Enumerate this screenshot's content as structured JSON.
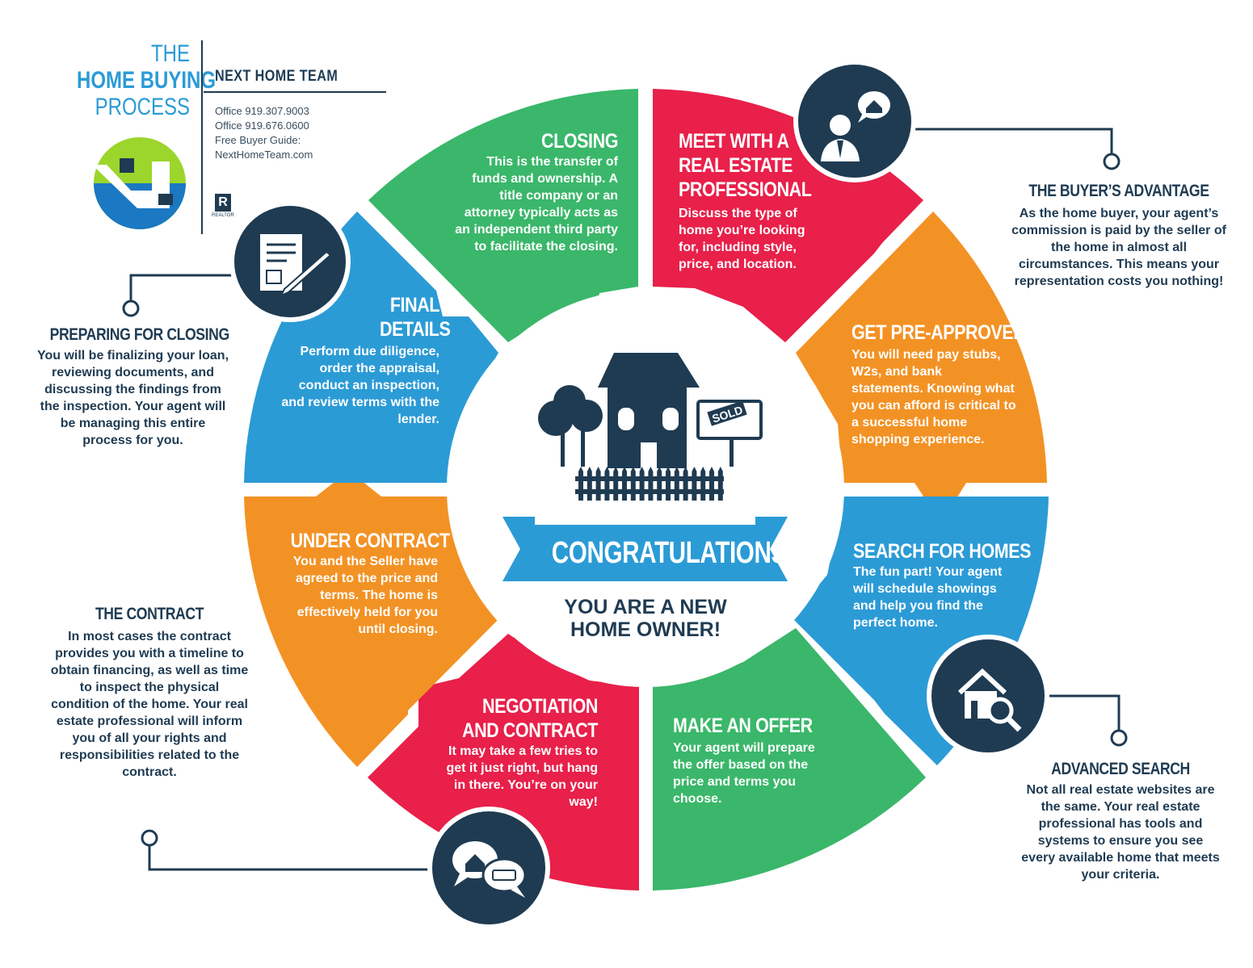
{
  "brand": {
    "title_line1": "THE",
    "title_line2": "HOME BUYING",
    "title_line3": "PROCESS",
    "team_name": "NEXT HOME  TEAM",
    "contact": [
      "Office 919.307.9003",
      "Office 919.676.0600",
      "Free Buyer Guide:",
      "NextHomeTeam.com"
    ],
    "realtor_mark": "R",
    "realtor_word": "REALTOR"
  },
  "colors": {
    "green": "#3ab76a",
    "red": "#e8204a",
    "orange": "#f39224",
    "blue": "#2b9bd6",
    "navy": "#1f3b52"
  },
  "steps": [
    {
      "id": "closing",
      "title": "CLOSING",
      "text": "This is the transfer of funds and ownership. A title company or an attorney typically acts as an independent third party to facilitate the closing."
    },
    {
      "id": "meet",
      "title": "MEET WITH A REAL ESTATE PROFESSIONAL",
      "text": "Discuss the type of home you’re looking for, including style, price, and location."
    },
    {
      "id": "preapproved",
      "title": "GET PRE-APPROVED",
      "text": "You will need pay stubs, W2s, and bank statements. Knowing what you can afford is critical to a successful home shopping experience."
    },
    {
      "id": "search",
      "title": "SEARCH FOR HOMES",
      "text": "The fun part! Your agent will schedule showings and help you find the perfect home."
    },
    {
      "id": "offer",
      "title": "MAKE AN OFFER",
      "text": "Your agent will prepare the offer based on the price and terms you choose."
    },
    {
      "id": "negotiation",
      "title": "NEGOTIATION AND CONTRACT",
      "text": "It may take a few tries to get it just right, but hang in there. You’re on your way!"
    },
    {
      "id": "under",
      "title": "UNDER CONTRACT",
      "text": "You and the Seller have agreed to the price and terms. The home is effectively held for you until closing."
    },
    {
      "id": "final",
      "title": "FINAL DETAILS",
      "text": "Perform due diligence, order the appraisal, conduct an inspection, and review terms with the lender."
    }
  ],
  "center": {
    "banner": "CONGRATULATIONS!",
    "subtitle_line1": "YOU ARE A NEW",
    "subtitle_line2": "HOME OWNER!",
    "sign_text": "SOLD"
  },
  "side_notes": [
    {
      "id": "advantage",
      "title": "THE BUYER’S ADVANTAGE",
      "text": "As the home buyer, your agent’s commission is paid by the seller of the home in almost all circumstances. This means your representation costs you nothing!",
      "icon": "agent-icon"
    },
    {
      "id": "advanced",
      "title": "ADVANCED SEARCH",
      "text": "Not all real estate websites are the same. Your real estate professional has tools and systems to ensure you see every available home that meets your criteria.",
      "icon": "house-search-icon"
    },
    {
      "id": "contract",
      "title": "THE CONTRACT",
      "text": "In most cases the contract provides you with a timeline to obtain financing, as well as time to inspect the physical condition of the home. Your real estate professional will inform you of all your rights and responsibilities related to the contract.",
      "icon": "negotiation-chat-icon"
    },
    {
      "id": "preparing",
      "title": "PREPARING FOR CLOSING",
      "text": "You will be finalizing your loan, reviewing documents, and discussing the findings from the inspection. Your agent will be managing this entire process for you.",
      "icon": "document-sign-icon"
    }
  ]
}
